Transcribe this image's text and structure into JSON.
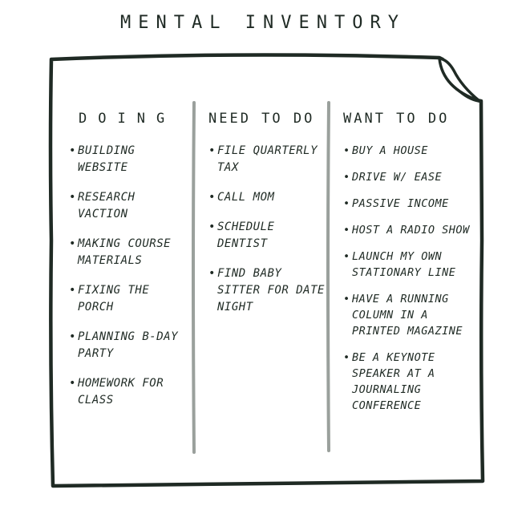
{
  "title": "MENTAL INVENTORY",
  "columns": [
    {
      "heading": "DOING",
      "items": [
        "BUILDING WEBSITE",
        "RESEARCH VACTION",
        "MAKING COURSE MATERIALS",
        "FIXING THE PORCH",
        "PLANNING B-DAY PARTY",
        "HOMEWORK FOR CLASS"
      ]
    },
    {
      "heading": "NEED TO DO",
      "items": [
        "FILE QUARTERLY TAX",
        "CALL MOM",
        "SCHEDULE DENTIST",
        "FIND BABY SITTER FOR DATE NIGHT"
      ]
    },
    {
      "heading": "WANT TO DO",
      "items": [
        "BUY A HOUSE",
        "DRIVE W/ EASE",
        "PASSIVE INCOME",
        "HOST A RADIO SHOW",
        "LAUNCH MY OWN STATIONARY LINE",
        "HAVE A RUNNING COLUMN IN A PRINTED MAGAZINE",
        "BE A KEYNOTE SPEAKER AT A JOURNALING CONFERENCE"
      ]
    }
  ],
  "colors": {
    "ink": "#1f2a24",
    "divider": "#9aa09c",
    "paper": "#ffffff"
  }
}
